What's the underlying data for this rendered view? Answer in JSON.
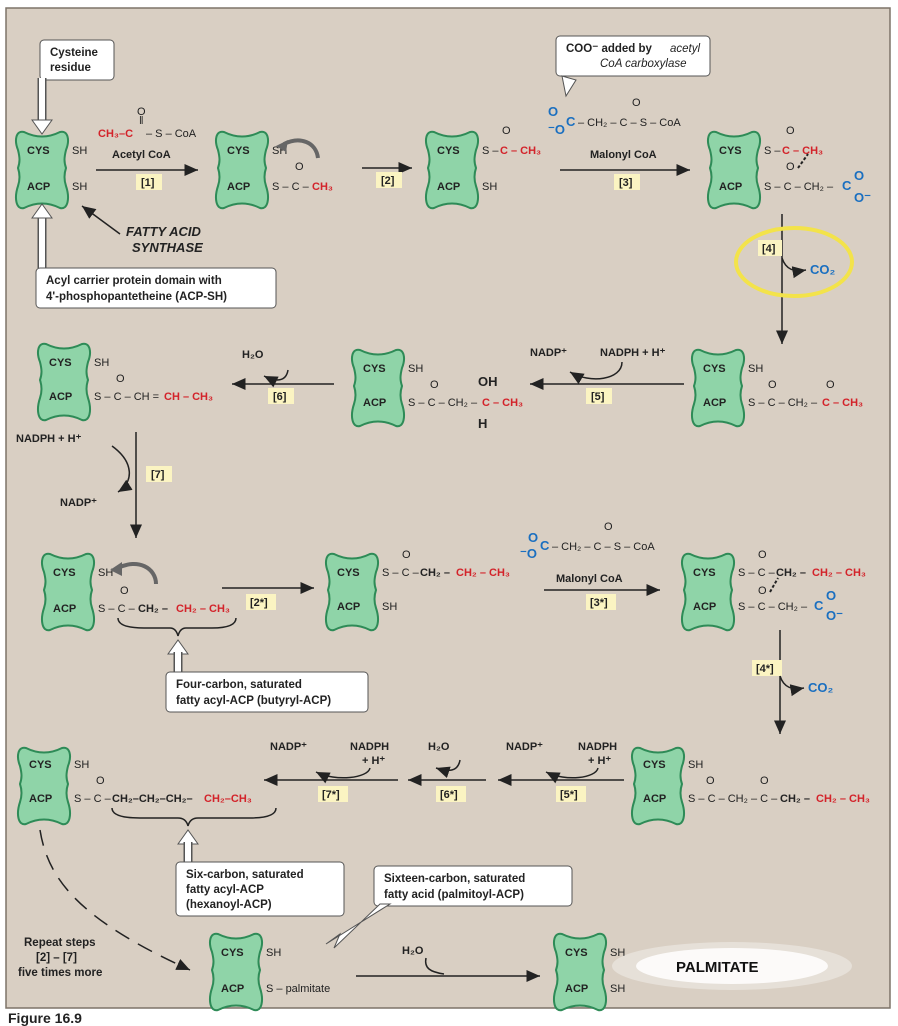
{
  "labels": {
    "cys": "CYS",
    "acp": "ACP",
    "sh": "SH",
    "s": "S"
  },
  "callouts": {
    "cysteine": [
      "Cysteine",
      "residue"
    ],
    "coo_added_1": "COO⁻ added by",
    "coo_added_2": "acetyl",
    "coo_added_3": "CoA carboxylase",
    "fas_1": "FATTY ACID",
    "fas_2": "SYNTHASE",
    "acp_domain": [
      "Acyl carrier protein domain with",
      "4'-phosphopantetheine (ACP-SH)"
    ],
    "four_carbon": [
      "Four-carbon, saturated",
      "fatty acyl-ACP (butyryl-ACP)"
    ],
    "six_carbon": [
      "Six-carbon, saturated",
      "fatty acyl-ACP",
      "(hexanoyl-ACP)"
    ],
    "sixteen_carbon": [
      "Sixteen-carbon, saturated",
      "fatty acid (palmitoyl-ACP)"
    ],
    "repeat": [
      "Repeat steps",
      "[2] – [7]",
      "five times more"
    ],
    "palmitate": "PALMITATE"
  },
  "reagents": {
    "acetyl_coa": "Acetyl CoA",
    "malonyl_coa": "Malonyl CoA",
    "nadph": "NADPH + H⁺",
    "nadp": "NADP⁺",
    "h2o": "H₂O",
    "co2": "CO₂",
    "s_palmitate": "S – palmitate"
  },
  "steps": [
    "[1]",
    "[2]",
    "[3]",
    "[4]",
    "[5]",
    "[6]",
    "[7]",
    "[2*]",
    "[3*]",
    "[4*]",
    "[5*]",
    "[6*]",
    "[7*]"
  ],
  "footer": "Figure 16.9",
  "colors": {
    "background": "#d9cfc3",
    "protein_fill": "#8fd4a8",
    "protein_stroke": "#2e8b57",
    "highlight": "#f3e34a",
    "step_box": "#fbf4c2",
    "red": "#d3232a",
    "blue": "#1a6fc0"
  }
}
